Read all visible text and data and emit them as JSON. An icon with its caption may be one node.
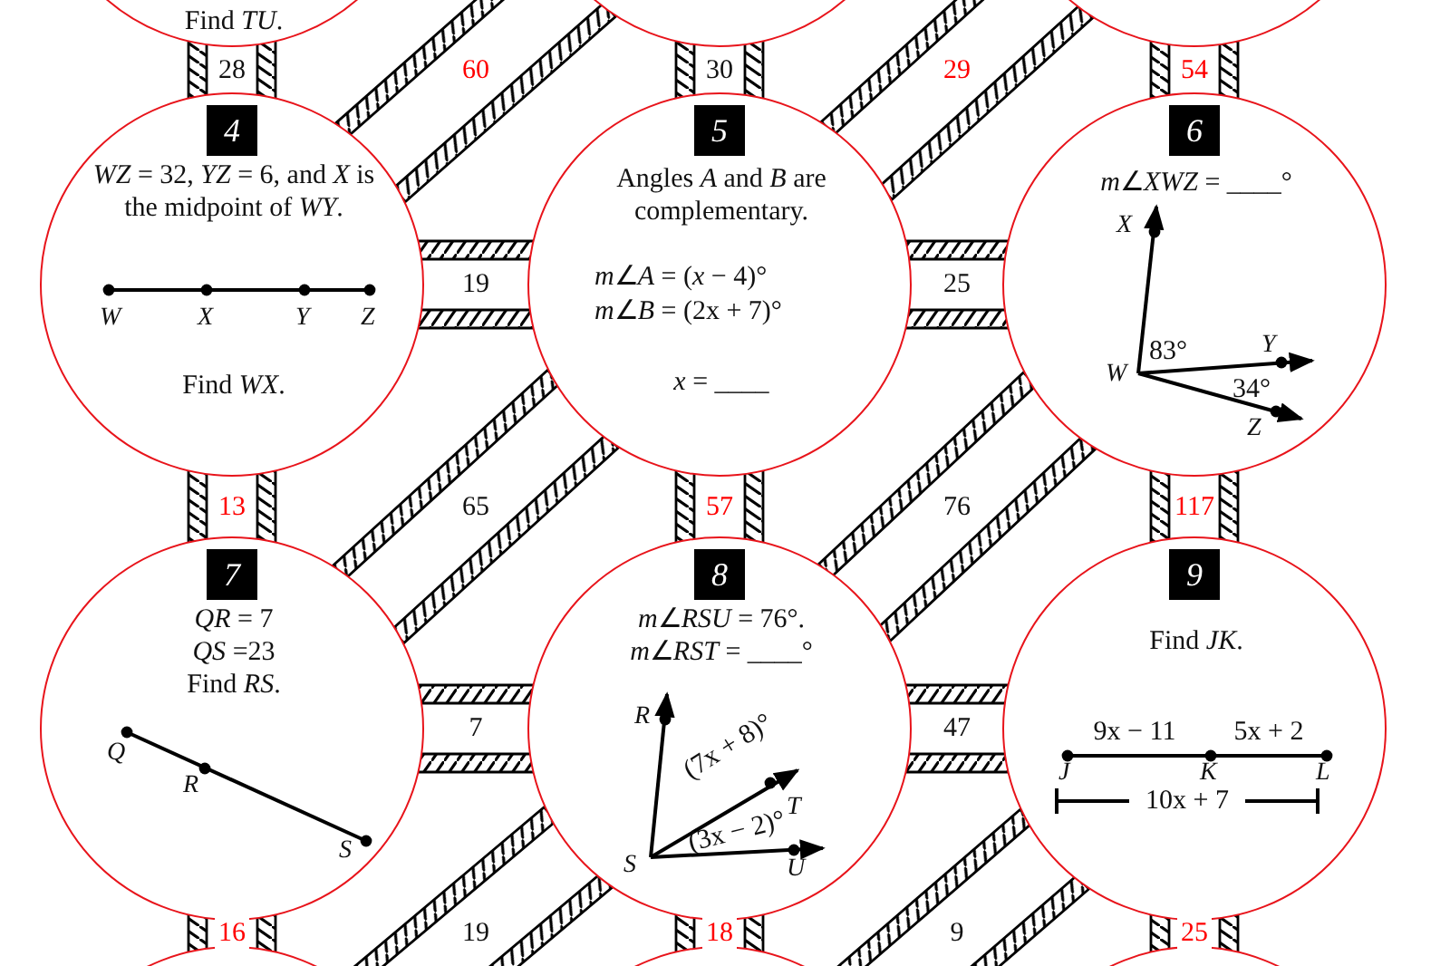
{
  "diagram": {
    "nodes": [
      {
        "text": [
          "Find *TU*."
        ]
      },
      {
        "text": [],
        "shape": "circle"
      },
      {
        "text": [],
        "shape": "circle"
      },
      {
        "text": [
          "*WZ* = 32, *YZ* = 6, and *X* is the midpoint of *WY*.",
          "*W*",
          "*X*",
          "*Y*",
          "*Z*",
          "Find *WX*."
        ]
      },
      {
        "text": [
          "4"
        ],
        "in": 3
      },
      {
        "text": [
          "Angles *A* and *B* are complementary.",
          "*m*∠*A* = (*x* − 4)°",
          "*m*∠*B* = (2x + 7)°",
          "*x* = ____"
        ]
      },
      {
        "text": [
          "5"
        ],
        "in": 5
      },
      {
        "text": [
          "*m*∠*XWZ* = ____°",
          "*X*",
          "*Y*",
          "*W*",
          "*Z*",
          "83°",
          "34°"
        ]
      },
      {
        "text": [
          "6"
        ],
        "in": 7
      },
      {
        "text": [
          "*QR* = 7",
          "*QS* =23",
          "Find *RS*.",
          "*Q*",
          "*R*",
          "*S*"
        ]
      },
      {
        "text": [
          "7"
        ],
        "in": 9
      },
      {
        "text": [
          "*m*∠*RSU* = 76°.",
          "*m*∠*RST* = ____°",
          "*R*",
          "(7x + 8)°",
          "*T*",
          "(3x − 2)°",
          "*S*",
          "*U*"
        ]
      },
      {
        "text": [
          "8"
        ],
        "in": 11
      },
      {
        "text": [
          "Find *JK*.",
          "9x − 11",
          "5x + 2",
          "*J*",
          "*K*",
          "*L*",
          "10x + 7"
        ]
      },
      {
        "text": [
          "9"
        ],
        "in": 13
      },
      {
        "text": [],
        "shape": "circle"
      },
      {
        "text": [],
        "shape": "circle"
      },
      {
        "text": [],
        "shape": "circle"
      }
    ],
    "edges": [
      {
        "from": 0,
        "to": 3,
        "arrow": "none",
        "label": "28"
      },
      {
        "from": 1,
        "to": 5,
        "arrow": "none",
        "label": "30"
      },
      {
        "from": 2,
        "to": 7,
        "arrow": "none",
        "label": "54",
        "color": "#ff0000"
      },
      {
        "from": 3,
        "to": 1,
        "arrow": "none",
        "label": "60",
        "color": "#ff0000"
      },
      {
        "from": 5,
        "to": 2,
        "arrow": "none",
        "label": "29",
        "color": "#ff0000"
      },
      {
        "from": 3,
        "to": 5,
        "arrow": "none",
        "label": "19"
      },
      {
        "from": 5,
        "to": 7,
        "arrow": "none",
        "label": "25"
      },
      {
        "from": 9,
        "to": 5,
        "arrow": "none",
        "label": "65"
      },
      {
        "from": 11,
        "to": 7,
        "arrow": "none",
        "label": "76"
      },
      {
        "from": 3,
        "to": 9,
        "arrow": "none",
        "label": "13",
        "color": "#ff0000"
      },
      {
        "from": 5,
        "to": 11,
        "arrow": "none",
        "label": "57",
        "color": "#ff0000"
      },
      {
        "from": 7,
        "to": 13,
        "arrow": "none",
        "label": "117",
        "color": "#ff0000"
      },
      {
        "from": 9,
        "to": 11,
        "arrow": "none",
        "label": "7"
      },
      {
        "from": 11,
        "to": 13,
        "arrow": "none",
        "label": "47"
      },
      {
        "from": 9,
        "to": 15,
        "arrow": "none",
        "label": "16",
        "color": "#ff0000"
      },
      {
        "from": 11,
        "to": 16,
        "arrow": "none",
        "label": "18",
        "color": "#ff0000"
      },
      {
        "from": 13,
        "to": 17,
        "arrow": "none",
        "label": "25",
        "color": "#ff0000"
      },
      {
        "from": 15,
        "to": 11,
        "arrow": "none",
        "label": "19"
      },
      {
        "from": 16,
        "to": 13,
        "arrow": "none",
        "label": "9"
      }
    ]
  }
}
